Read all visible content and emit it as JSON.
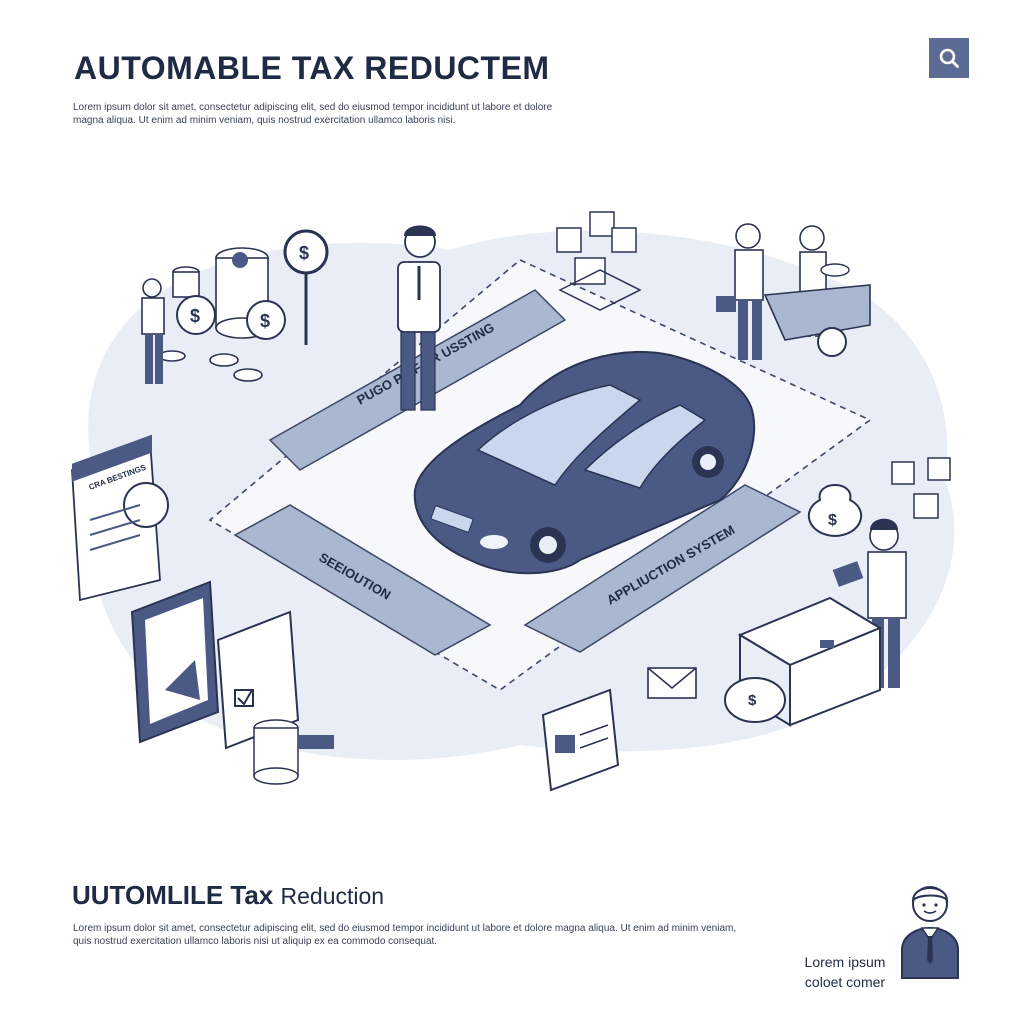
{
  "header": {
    "title": "AUTOMABLE TAX REDUCTEM",
    "description": "Lorem ipsum dolor sit amet, consectetur adipiscing elit, sed do eiusmod tempor incididunt ut labore et dolore magna aliqua. Ut enim ad minim veniam, quis nostrud exercitation ullamco laboris nisi."
  },
  "search": {
    "icon": "search-icon"
  },
  "diagram": {
    "label_top": "PUGO P... F AR USSTING",
    "label_left": "SEEIOUTION",
    "label_right": "APPLIUCTION SYSTEM",
    "document_header": "CRA BESTINGS",
    "accent_color": "#4a5a85",
    "light_color": "#a9b7d0",
    "blob_color": "#e9eef6"
  },
  "footer": {
    "title_strong": "UUTOMLILE Tax",
    "title_light": "Reduction",
    "description": "Lorem ipsum dolor sit amet, consectetur adipiscing elit, sed do eiusmod tempor incididunt ut labore et dolore magna aliqua. Ut enim ad minim veniam, quis nostrud exercitation ullamco laboris nisi ut aliquip ex ea commodo consequat."
  },
  "person_caption": {
    "line1": "Lorem ipsum",
    "line2": "coloet comer"
  }
}
